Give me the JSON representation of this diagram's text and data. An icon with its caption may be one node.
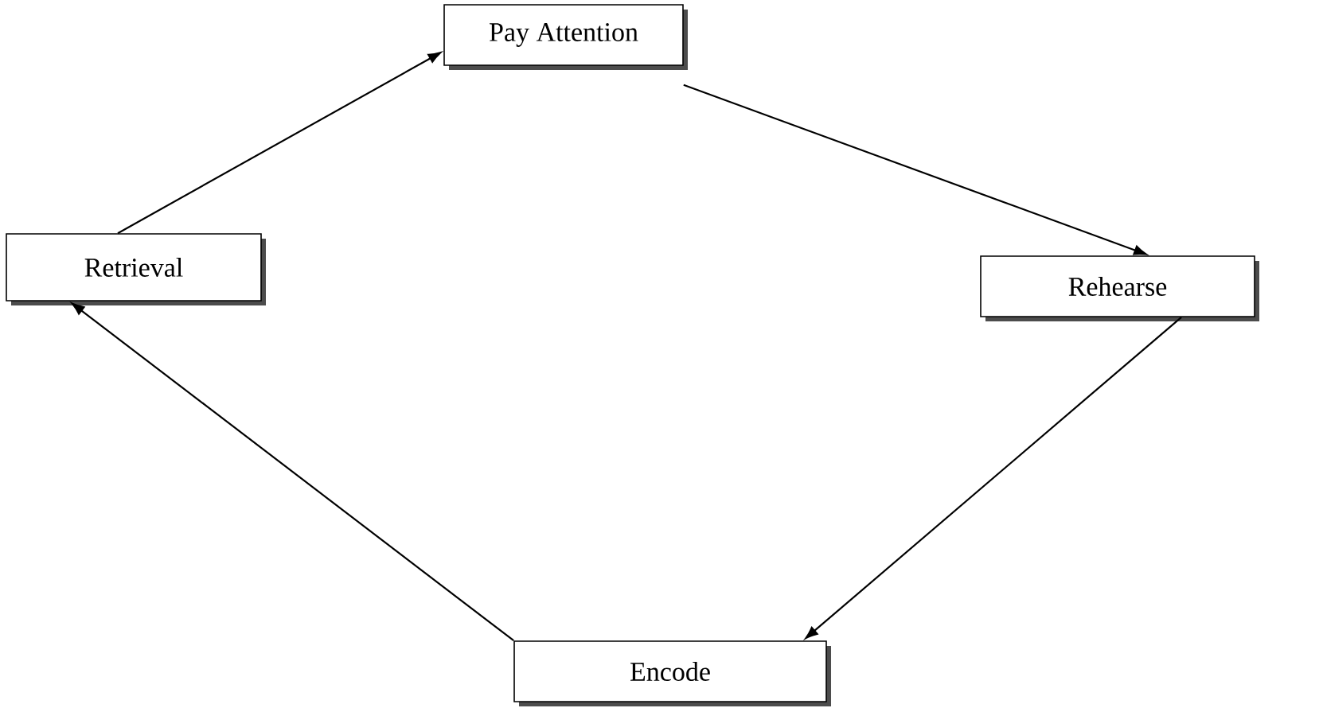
{
  "diagram": {
    "nodes": [
      {
        "text": [
          "Pay Attention"
        ]
      },
      {
        "text": [
          "Rehearse"
        ]
      },
      {
        "text": [
          "Encode"
        ]
      },
      {
        "text": [
          "Retrieval"
        ]
      }
    ],
    "edges": [
      {
        "from": 0,
        "to": 1,
        "arrow": "to"
      },
      {
        "from": 1,
        "to": 2,
        "arrow": "to"
      },
      {
        "from": 2,
        "to": 3,
        "arrow": "to"
      },
      {
        "from": 3,
        "to": 0,
        "arrow": "to"
      }
    ]
  }
}
